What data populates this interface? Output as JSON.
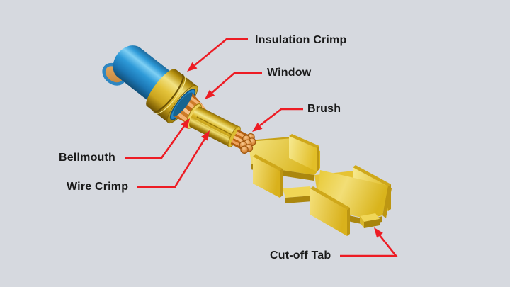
{
  "figure": {
    "title": "Crimped wire terminal diagram",
    "background_color": "#d6d9df",
    "accent_color": "#ed1c24",
    "label_text_color": "#1a1a1a",
    "part_colors": {
      "wire_insulation_blue": "#2e9ad8",
      "terminal_gold": "#e3c23a",
      "copper_strands": "#dd8f42"
    },
    "labels": [
      {
        "id": "insulation-crimp",
        "text": "Insulation Crimp"
      },
      {
        "id": "window",
        "text": "Window"
      },
      {
        "id": "brush",
        "text": "Brush"
      },
      {
        "id": "bellmouth",
        "text": "Bellmouth"
      },
      {
        "id": "wire-crimp",
        "text": "Wire Crimp"
      },
      {
        "id": "cutoff-tab",
        "text": "Cut-off Tab"
      }
    ]
  }
}
